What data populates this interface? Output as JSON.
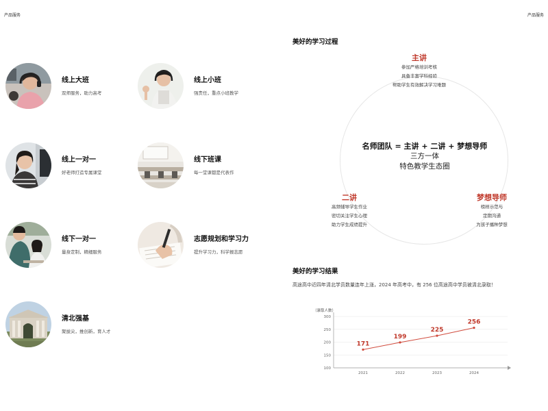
{
  "header": {
    "left": "产品服务",
    "right": "产品服务"
  },
  "services": [
    {
      "title": "线上大班",
      "desc": "双师服务，助力高考",
      "photo": "online-class-photo"
    },
    {
      "title": "线上小班",
      "desc": "强责任，重点小班教学",
      "photo": "small-class-photo"
    },
    {
      "title": "线上一对一",
      "desc": "好老师打造专属课堂",
      "photo": "online-one-on-one-photo"
    },
    {
      "title": "线下班课",
      "desc": "每一堂课都是代表作",
      "photo": "offline-class-photo"
    },
    {
      "title": "线下一对一",
      "desc": "量身定制，精细服务",
      "photo": "offline-one-on-one-photo"
    },
    {
      "title": "志愿规划和学习力",
      "desc": "提升学习力，科学报志愿",
      "photo": "planning-photo"
    },
    {
      "title": "清北强基",
      "desc": "聚拔尖，推创新，育人才",
      "photo": "campus-photo"
    }
  ],
  "process": {
    "title": "美好的学习过程",
    "center": {
      "line1": "名师团队 = 主讲 + 二讲 + 梦想导师",
      "line2": "三方一体",
      "line3": "特色教学生态圈"
    },
    "roles": {
      "main": {
        "title": "主讲",
        "lines": [
          "参加严格培训考核",
          "具备丰富学科经验",
          "帮助学生有效解决学习难题"
        ]
      },
      "second": {
        "title": "二讲",
        "lines": [
          "高频辅导学生作业",
          "密切关注学生心理",
          "助力学生成绩提升"
        ]
      },
      "mentor": {
        "title": "梦想导师",
        "lines": [
          "榜样示范与",
          "定期沟通",
          "为孩子播种梦想"
        ]
      }
    },
    "accent_color": "#c0392b"
  },
  "results": {
    "title": "美好的学习结果",
    "description": "高途高中近四年清北学员数量连年上涨，2024 年高考中，有 256 位高途高中学员被清北录取！"
  },
  "chart_data": {
    "type": "line",
    "ylabel": "（录取人数）",
    "ylim": [
      100,
      300
    ],
    "yticks": [
      100,
      150,
      200,
      250,
      300
    ],
    "x": [
      "2021",
      "2022",
      "2023",
      "2024"
    ],
    "series": [
      {
        "values": [
          171,
          199,
          225,
          256
        ]
      }
    ],
    "data_labels": [
      "171",
      "199",
      "225",
      "256"
    ],
    "grid": true,
    "line_color": "#d04a3c",
    "label_color": "#c0392b"
  }
}
